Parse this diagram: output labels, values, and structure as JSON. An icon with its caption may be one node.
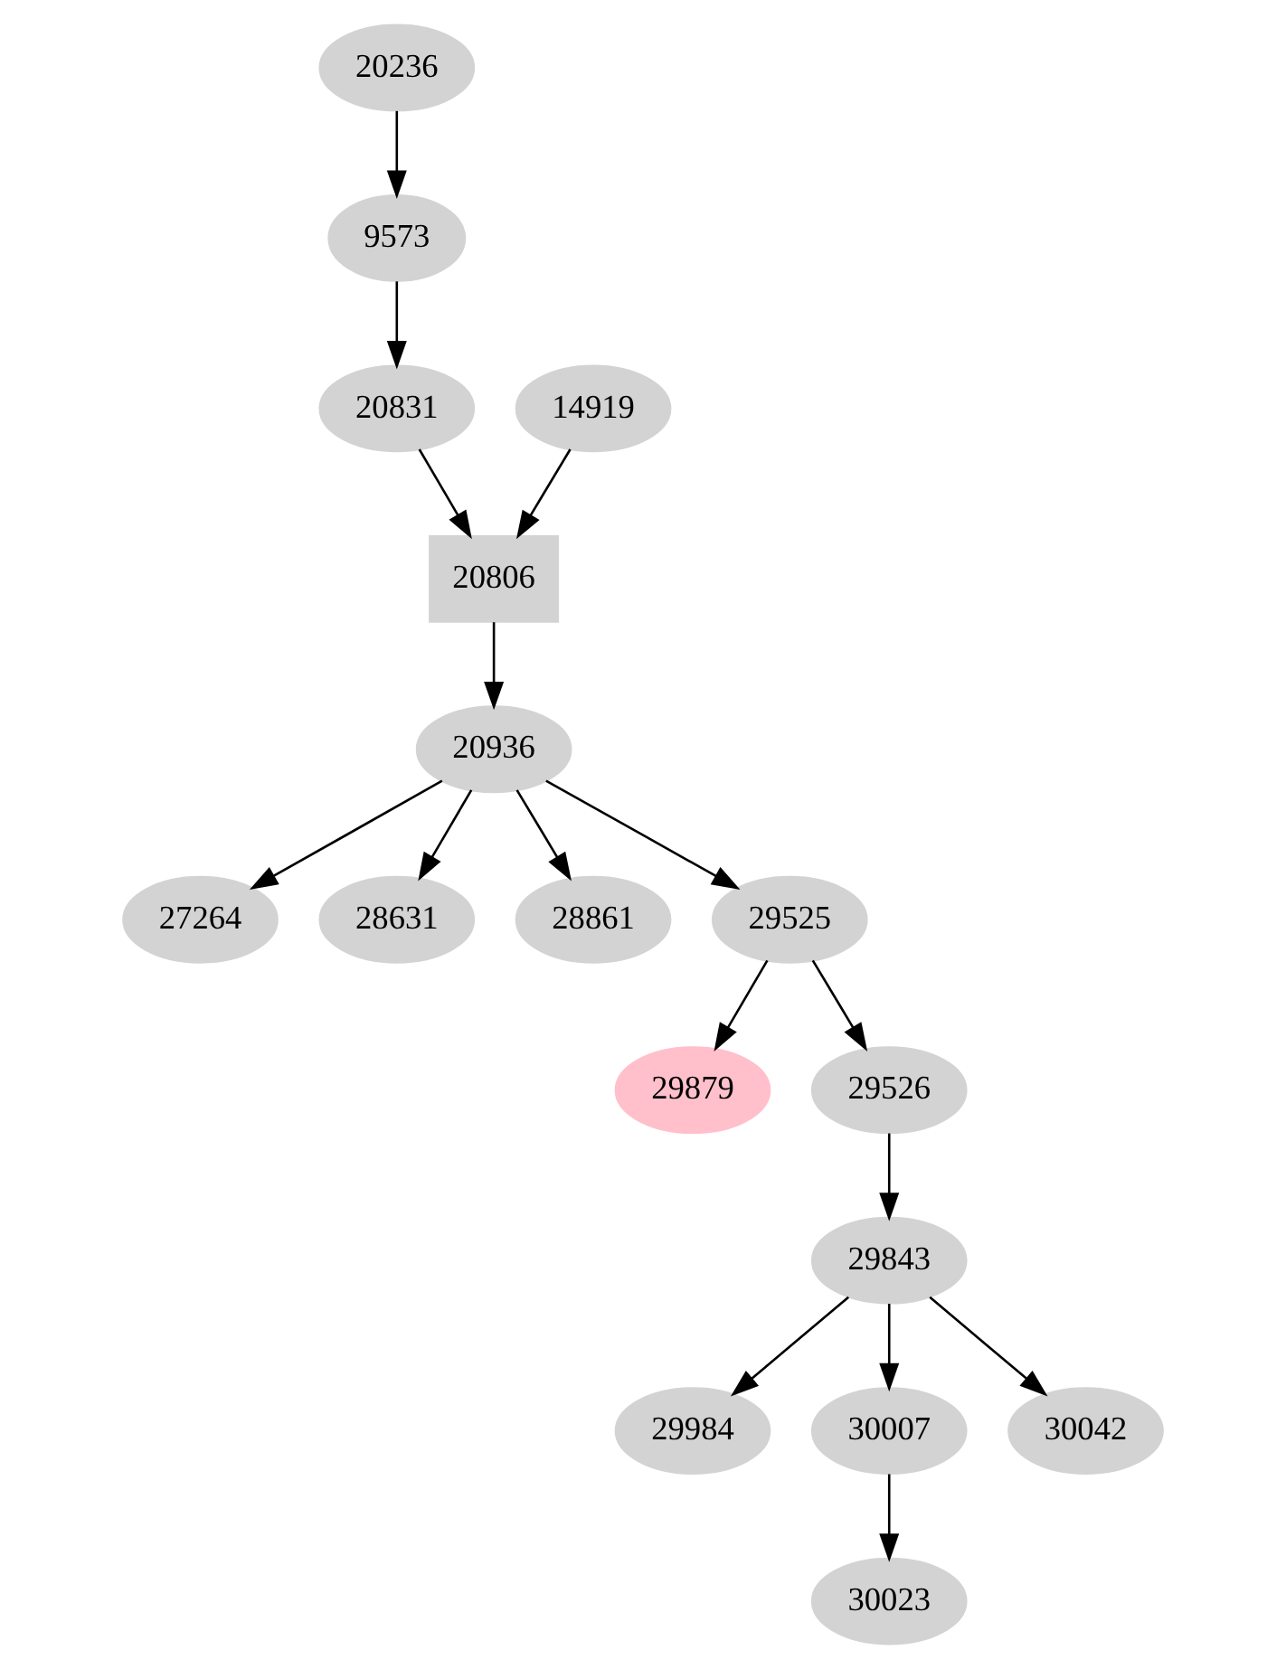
{
  "diagram": {
    "nodes": [
      {
        "text": [
          "20236"
        ]
      },
      {
        "text": [
          "9573"
        ]
      },
      {
        "text": [
          "14919"
        ]
      },
      {
        "text": [
          "20831"
        ]
      },
      {
        "text": [
          "20806"
        ]
      },
      {
        "text": [
          "20936"
        ]
      },
      {
        "text": [
          "27264"
        ]
      },
      {
        "text": [
          "28631"
        ]
      },
      {
        "text": [
          "28861"
        ]
      },
      {
        "text": [
          "29525"
        ]
      },
      {
        "text": [
          "29879"
        ]
      },
      {
        "text": [
          "29526"
        ]
      },
      {
        "text": [
          "29843"
        ]
      },
      {
        "text": [
          "29984"
        ]
      },
      {
        "text": [
          "30007"
        ]
      },
      {
        "text": [
          "30042"
        ]
      },
      {
        "text": [
          "30023"
        ]
      }
    ],
    "edges": [
      {
        "from": 0,
        "to": 1,
        "arrow": "to"
      },
      {
        "from": 1,
        "to": 3,
        "arrow": "to"
      },
      {
        "from": 2,
        "to": 4,
        "arrow": "to"
      },
      {
        "from": 3,
        "to": 4,
        "arrow": "to"
      },
      {
        "from": 4,
        "to": 5,
        "arrow": "to"
      },
      {
        "from": 5,
        "to": 6,
        "arrow": "to"
      },
      {
        "from": 5,
        "to": 7,
        "arrow": "to"
      },
      {
        "from": 5,
        "to": 8,
        "arrow": "to"
      },
      {
        "from": 5,
        "to": 9,
        "arrow": "to"
      },
      {
        "from": 9,
        "to": 10,
        "arrow": "to"
      },
      {
        "from": 9,
        "to": 11,
        "arrow": "to"
      },
      {
        "from": 11,
        "to": 12,
        "arrow": "to"
      },
      {
        "from": 12,
        "to": 13,
        "arrow": "to"
      },
      {
        "from": 12,
        "to": 14,
        "arrow": "to"
      },
      {
        "from": 12,
        "to": 15,
        "arrow": "to"
      },
      {
        "from": 14,
        "to": 16,
        "arrow": "to"
      }
    ]
  }
}
